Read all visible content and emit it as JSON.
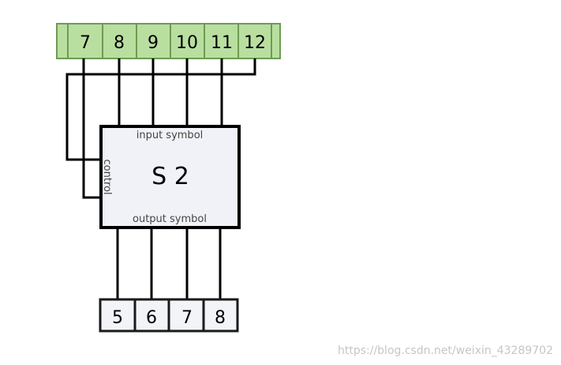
{
  "input_bits": [
    "7",
    "8",
    "9",
    "10",
    "11",
    "12"
  ],
  "output_bits": [
    "5",
    "6",
    "7",
    "8"
  ],
  "sbox": {
    "title": "S 2",
    "input_label": "input symbol",
    "output_label": "output symbol",
    "control_label": "control"
  },
  "watermark": "https://blog.csdn.net/weixin_43289702",
  "colors": {
    "input_fill": "#b9dfa0",
    "input_border": "#6d9b52",
    "box_fill": "#f0f2f7",
    "output_fill": "#f2f4f8"
  }
}
